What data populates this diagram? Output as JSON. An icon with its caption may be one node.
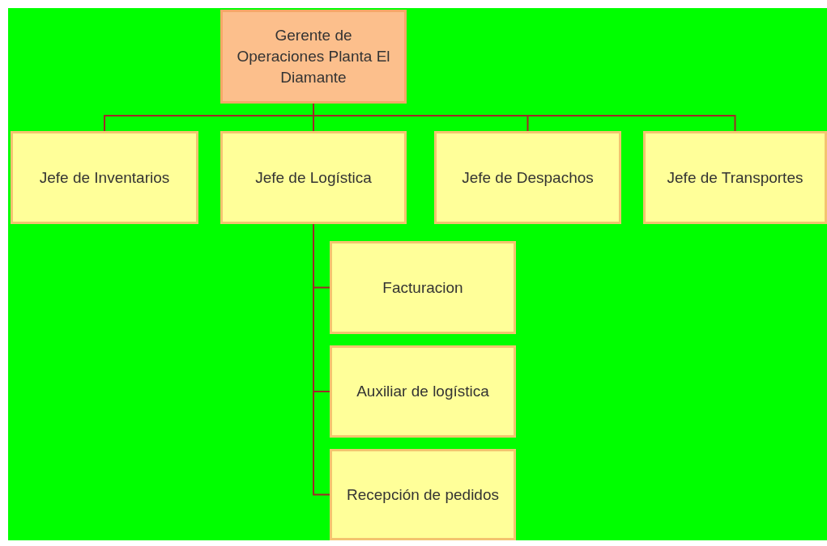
{
  "diagram": {
    "nodes": [
      {
        "text": [
          "Gerente de Operaciones Planta El Diamante"
        ]
      },
      {
        "text": [
          "Jefe de Inventarios"
        ]
      },
      {
        "text": [
          "Jefe de Logística"
        ]
      },
      {
        "text": [
          "Jefe de Despachos"
        ]
      },
      {
        "text": [
          "Jefe de Transportes"
        ]
      },
      {
        "text": [
          "Facturacion"
        ]
      },
      {
        "text": [
          "Auxiliar de logística"
        ]
      },
      {
        "text": [
          "Recepción de pedidos"
        ]
      }
    ],
    "edges": [
      {
        "from": 0,
        "to": 1,
        "arrow": "none"
      },
      {
        "from": 0,
        "to": 2,
        "arrow": "none"
      },
      {
        "from": 0,
        "to": 3,
        "arrow": "none"
      },
      {
        "from": 0,
        "to": 4,
        "arrow": "none"
      },
      {
        "from": 2,
        "to": 5,
        "arrow": "none"
      },
      {
        "from": 2,
        "to": 6,
        "arrow": "none"
      },
      {
        "from": 2,
        "to": 7,
        "arrow": "none"
      }
    ]
  }
}
